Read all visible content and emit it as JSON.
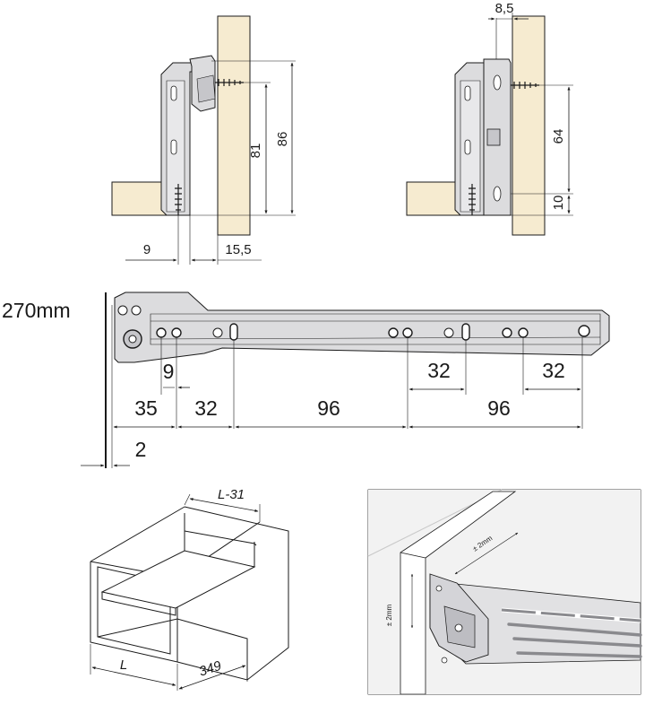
{
  "dims": {
    "top_left_width": "9",
    "top_left_board": "15,5",
    "top_left_inner": "81",
    "top_left_outer": "86",
    "top_right_offset": "8,5",
    "top_right_spacing": "64",
    "top_right_bottom": "10"
  },
  "runner": {
    "length_label": "270mm",
    "hole_offset": "9",
    "seg_35": "35",
    "seg_32_a": "32",
    "seg_96_a": "96",
    "seg_32_b": "32",
    "seg_96_b": "96",
    "seg_32_c": "32",
    "gap_2": "2"
  },
  "drawer": {
    "length_formula": "L-31",
    "depth_label": "L",
    "width_label": "349"
  },
  "detail": {
    "tol_h": "± 2mm",
    "tol_v": "± 2mm"
  },
  "colors": {
    "wood": "#f6ebd0",
    "metal": "#dcdcde",
    "line": "#1a1a1a"
  }
}
